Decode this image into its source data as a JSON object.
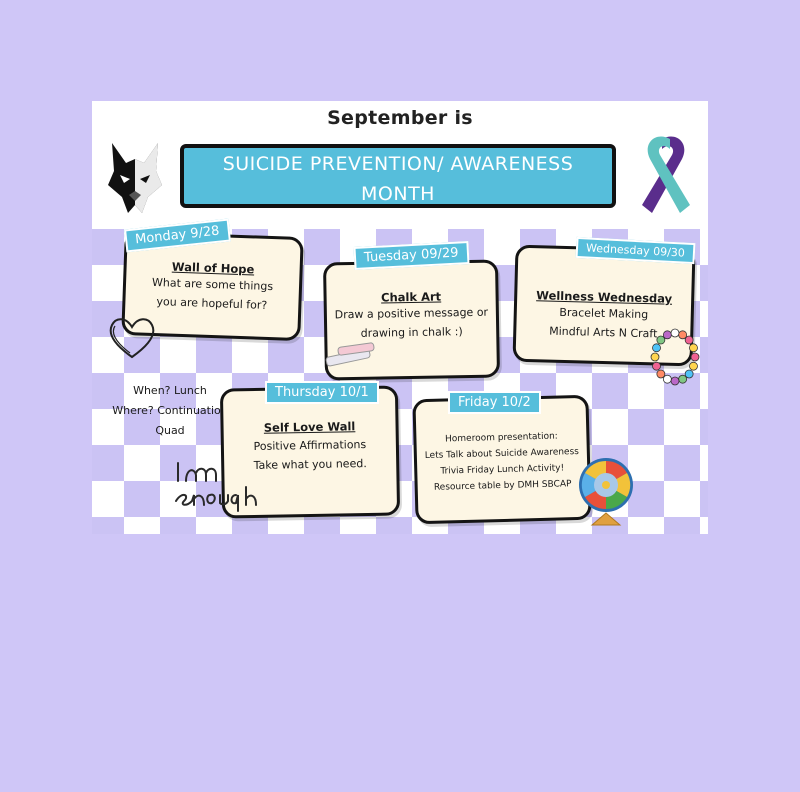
{
  "header": {
    "pre_title": "September is",
    "title_line1": "SUICIDE PREVENTION/ AWARENESS",
    "title_line2": "MONTH"
  },
  "events": [
    {
      "day": "Monday 9/28",
      "title": "Wall of Hope",
      "lines": [
        "What are some things",
        "you are hopeful for?"
      ]
    },
    {
      "day": "Tuesday 09/29",
      "title": "Chalk Art",
      "lines": [
        "Draw a positive message or",
        "drawing in chalk :)"
      ]
    },
    {
      "day": "Wednesday 09/30",
      "title": "Wellness Wednesday",
      "lines": [
        "Bracelet Making",
        "Mindful Arts N Craft"
      ]
    },
    {
      "day": "Thursday 10/1",
      "title": "Self Love Wall",
      "lines": [
        "Positive Affirmations",
        "Take what you need."
      ]
    },
    {
      "day": "Friday 10/2",
      "title": "",
      "lines": [
        "Homeroom presentation:",
        "Lets Talk about Suicide Awareness",
        "",
        "Trivia Friday Lunch Activity!",
        "Resource table by DMH SBCAP"
      ]
    }
  ],
  "side_info": {
    "line1": "When? Lunch",
    "line2": "Where? Continuation",
    "line3": "Quad"
  },
  "decor": {
    "lettering": "I am enough",
    "icons": [
      "wolf-mascot-icon",
      "awareness-ribbon-icon",
      "heart-icon",
      "chalk-icon",
      "bracelet-icon",
      "prize-wheel-icon"
    ],
    "colors": {
      "background": "#cfc6f7",
      "accent": "#56bedb",
      "checker": "#cbc3f4",
      "card": "#fdf6e4",
      "ribbon_teal": "#5fc2c0",
      "ribbon_purple": "#5a2d8c"
    }
  }
}
